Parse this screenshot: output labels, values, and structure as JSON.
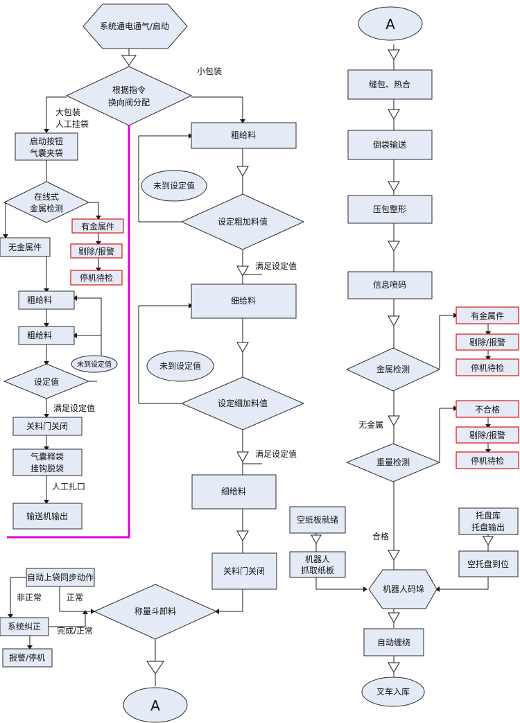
{
  "nodes": {
    "start": "系统通电通气/启动",
    "dispatch_l1": "根据指令",
    "dispatch_l2": "换向阀分配",
    "start_btn_l1": "启动按钮",
    "start_btn_l2": "气囊夹袋",
    "metal_l1": "在线式",
    "metal_l2": "金属检测",
    "has_metal_left": "有金属件",
    "reject_left": "剔除/报警",
    "stop_left": "停机待检",
    "no_metal": "无金属件",
    "coarse_left_1": "粗给料",
    "coarse_left_2": "粗给料",
    "setval_left": "设定值",
    "not_reached_left": "未到设定值",
    "close_door_left": "关料门关闭",
    "release_l1": "气囊释袋",
    "release_l2": "挂钩脱袋",
    "conveyor_out": "输送机输出",
    "coarse_mid": "粗给料",
    "not_reached_mid1": "未到设定值",
    "set_coarse": "设定粗加料值",
    "fine_mid": "细给料",
    "not_reached_mid2": "未到设定值",
    "set_fine": "设定细加料值",
    "fine_mid2": "细给料",
    "close_door_mid": "关料门关闭",
    "auto_bag": "自动上袋同步动作",
    "correct": "系统纠正",
    "alarm": "报警/停机",
    "weigh": "称量斗卸料",
    "connector_a": "A",
    "sew": "缝包、热合",
    "flip": "倒袋输送",
    "press": "压包整形",
    "code": "信息喷码",
    "metal_right": "金属检测",
    "has_metal_right": "有金属件",
    "reject_r1": "剔除/报警",
    "stop_r1": "停机待检",
    "weight_check": "重量检测",
    "unqualified": "不合格",
    "reject_r2": "剔除/报警",
    "stop_r2": "停机待检",
    "paper_ready": "空纸板就绪",
    "robot_l1": "机器人",
    "robot_l2": "抓取纸板",
    "pallet_l1": "托盘库",
    "pallet_l2": "托盘输出",
    "pallet_ready": "空托盘到位",
    "stack": "机器人码垛",
    "wrap": "自动缠绕",
    "forklift": "叉车入库"
  },
  "labels": {
    "small_pack": "小包装",
    "big_pack_l1": "大包装",
    "big_pack_l2": "人工挂袋",
    "met_left": "满足设定值",
    "manual_tie": "人工扎口",
    "met_mid1": "满足设定值",
    "met_mid2": "满足设定值",
    "abnormal": "非正常",
    "normal": "正常",
    "done_normal": "完成/正常",
    "no_metal_right": "无金属",
    "qualified": "合格"
  }
}
